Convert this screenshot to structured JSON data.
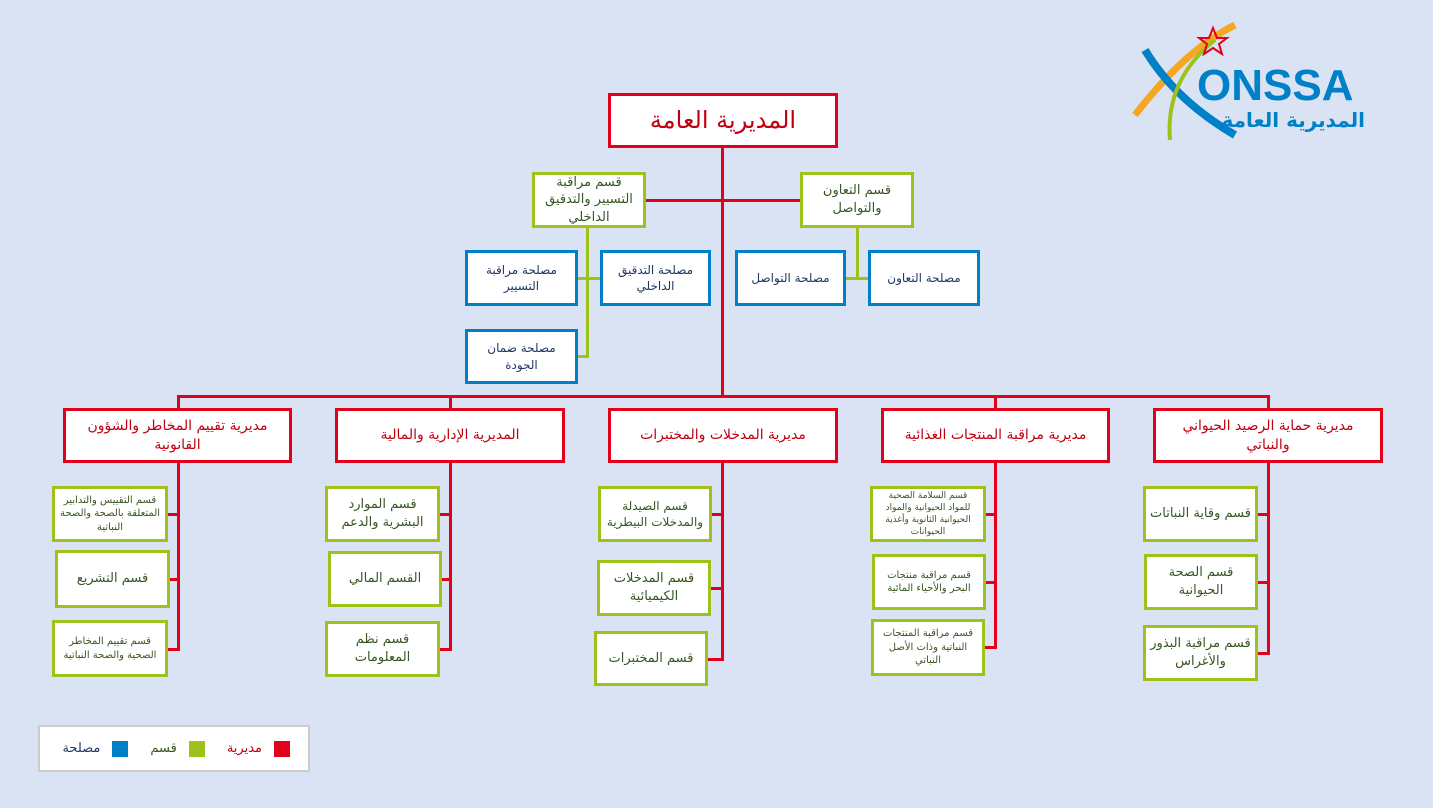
{
  "logo": {
    "name": "ONSSA",
    "subtitle": "المديرية العامة"
  },
  "general_direction": "المديرية العامة",
  "top_divisions": [
    {
      "label": "قسم مراقبة التسيير والتدقيق الداخلي",
      "services": [
        "مصلحة مراقبة التسيير",
        "مصلحة التدقيق الداخلي",
        "مصلحة ضمان الجودة"
      ]
    },
    {
      "label": "قسم التعاون والتواصل",
      "services": [
        "مصلحة التواصل",
        "مصلحة التعاون"
      ]
    }
  ],
  "directorates": [
    {
      "label": "مديرية تقييم المخاطر والشؤون القانونية",
      "divisions": [
        "قسم التقييس والتدابير المتعلقة بالصحة والصحة النباتية",
        "قسم التشريع",
        "قسم تقييم المخاطر الصحية والصحة النباتية"
      ]
    },
    {
      "label": "المديرية الإدارية والمالية",
      "divisions": [
        "قسم الموارد البشرية والدعم",
        "القسم المالي",
        "قسم نظم المعلومات"
      ]
    },
    {
      "label": "مديرية المدخلات والمختبرات",
      "divisions": [
        "قسم الصيدلة والمدخلات البيطرية",
        "قسم المدخلات الكيميائية",
        "قسم المختبرات"
      ]
    },
    {
      "label": "مديرية مراقبة المنتجات الغذائية",
      "divisions": [
        "قسم السلامة الصحية للمواد الحيوانية والمواد الحيوانية الثانوية وأغذية الحيوانات",
        "قسم مراقبة منتجات البحر والأحياء المائية",
        "قسم مراقبة المنتجات النباتية وذات الأصل النباتي"
      ]
    },
    {
      "label": "مديرية حماية الرصيد الحيواني والنباتي",
      "divisions": [
        "قسم وقاية النباتات",
        "قسم الصحة الحيوانية",
        "قسم مراقبة البذور والأغراس"
      ]
    }
  ],
  "legend": [
    {
      "label": "مديرية",
      "color": "#e2001a"
    },
    {
      "label": "قسم",
      "color": "#9dc31a"
    },
    {
      "label": "مصلحة",
      "color": "#0080c6"
    }
  ]
}
